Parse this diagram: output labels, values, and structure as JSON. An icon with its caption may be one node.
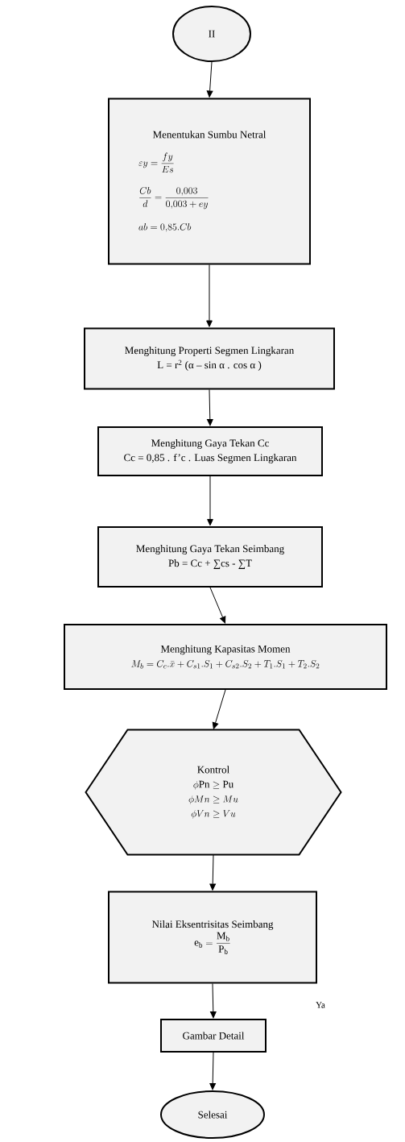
{
  "diagram": {
    "nodes": [
      {
        "text": [
          "II"
        ]
      },
      {
        "text": [
          "Menentukan Sumbu Netral",
          "\\varepsilon y = \\dfrac{fy}{Es}",
          "\\dfrac{Cb}{d} = \\dfrac{0{,}003}{0{,}003 + ey}",
          "ab = 0{,}85. Cb"
        ]
      },
      {
        "text": [
          "Menghitung Properti Segmen Lingkaran",
          "L = r$^{2}$ (α – sin α . cos α )"
        ]
      },
      {
        "text": [
          "Menghitung Gaya Tekan Cc",
          "Cc = 0,85 . f’c . Luas Segmen Lingkaran"
        ]
      },
      {
        "text": [
          "Menghitung Gaya Tekan Seimbang",
          "Pb = Cc + ∑cs - ∑T"
        ]
      },
      {
        "text": [
          "Menghitung Kapasitas Momen",
          "M_b = C_c.\\bar{x} + C_{s1}.S_1 + C_{s2}.S_2 + T_1.S_1 + T_2.S_2"
        ]
      },
      {
        "text": [
          "Kontrol",
          "\\phi\\mathrm{Pn} \\geq \\mathrm{Pu}",
          "\\phi Mn \\geq Mu",
          "\\phi Vn \\geq Vu"
        ]
      },
      {
        "text": [
          "Nilai Eksentrisitas Seimbang",
          "\\mathrm{e_b} = \\dfrac{\\mathrm{M_b}}{\\mathrm{P_b}}"
        ]
      },
      {
        "text": [
          "Gambar Detail"
        ]
      },
      {
        "text": [
          "Selesai"
        ]
      }
    ],
    "edges": [
      {
        "from": 0,
        "to": 1,
        "arrow": "to"
      },
      {
        "from": 1,
        "to": 2,
        "arrow": "to"
      },
      {
        "from": 2,
        "to": 3,
        "arrow": "to"
      },
      {
        "from": 3,
        "to": 4,
        "arrow": "to"
      },
      {
        "from": 4,
        "to": 5,
        "arrow": "to"
      },
      {
        "from": 5,
        "to": 6,
        "arrow": "to"
      },
      {
        "from": 6,
        "to": 7,
        "arrow": "to"
      },
      {
        "from": 7,
        "to": 8,
        "arrow": "to"
      },
      {
        "from": 8,
        "to": 9,
        "arrow": "to"
      }
    ],
    "labels": [
      "Ya"
    ]
  }
}
